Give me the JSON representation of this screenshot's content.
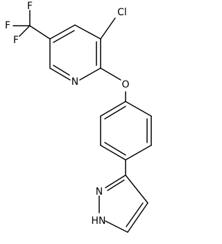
{
  "molecule": {
    "atoms": {
      "f_top": "F",
      "f_left": "F",
      "f_bottom": "F",
      "cl": "Cl",
      "n_pyridine": "N",
      "o_ether": "O",
      "n_pyrazole": "N",
      "nh_pyrazole": "HN"
    }
  }
}
